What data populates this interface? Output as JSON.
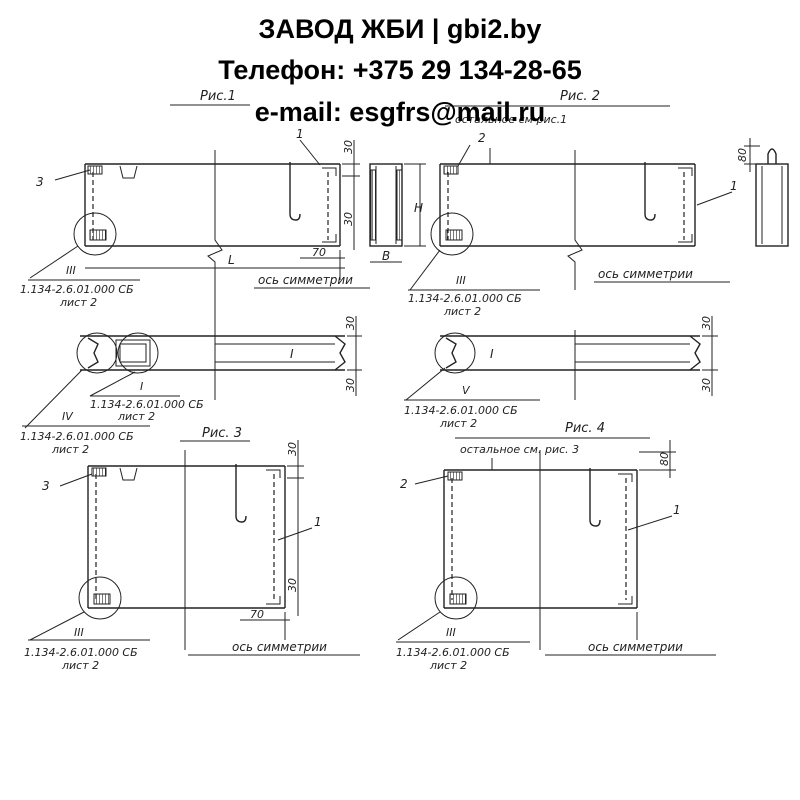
{
  "header": {
    "line1": "ЗАВОД ЖБИ | gbi2.by",
    "line2": "Телефон: +375 29 134-28-65",
    "line3": "e-mail: esgfrs@mail.ru"
  },
  "fig1": {
    "title": "Рис.1",
    "callout_1": "1",
    "callout_3": "3",
    "dim_30_top": "30",
    "dim_30_bottom": "30",
    "dim_70": "70",
    "dim_L": "L",
    "axis": "ось симметрии",
    "node": "III",
    "ref": "1.134-2.6.01.000 СБ",
    "sheet": "лист 2"
  },
  "section": {
    "dim_H": "H",
    "dim_B": "B"
  },
  "fig2": {
    "title": "Рис. 2",
    "note": "остальное см рис.1",
    "callout_2": "2",
    "callout_1": "1",
    "dim_80": "80",
    "axis": "ось симметрии",
    "node": "III",
    "ref": "1.134-2.6.01.000 СБ",
    "sheet": "лист 2"
  },
  "plan_left": {
    "callout_I": "I",
    "dim_30_top": "30",
    "dim_30_bottom": "30",
    "node_I": "I",
    "node_IV": "IV",
    "ref_I": "1.134-2.6.01.000 СБ",
    "sheet_I": "лист 2",
    "ref_IV": "1.134-2.6.01.000 СБ",
    "sheet_IV": "лист 2"
  },
  "plan_right": {
    "callout_I": "I",
    "dim_30_top": "30",
    "dim_30_bottom": "30",
    "node": "V",
    "ref": "1.134-2.6.01.000 СБ",
    "sheet": "лист 2"
  },
  "fig3": {
    "title": "Рис. 3",
    "callout_3": "3",
    "callout_1": "1",
    "dim_30_top": "30",
    "dim_30_bottom": "30",
    "dim_70": "70",
    "axis": "ось симметрии",
    "node": "III",
    "ref": "1.134-2.6.01.000 СБ",
    "sheet": "лист 2"
  },
  "fig4": {
    "title": "Рис. 4",
    "note": "остальное см. рис. 3",
    "callout_2": "2",
    "callout_1": "1",
    "dim_80": "80",
    "axis": "ось симметрии",
    "node": "III",
    "ref": "1.134-2.6.01.000 СБ",
    "sheet": "лист 2"
  }
}
